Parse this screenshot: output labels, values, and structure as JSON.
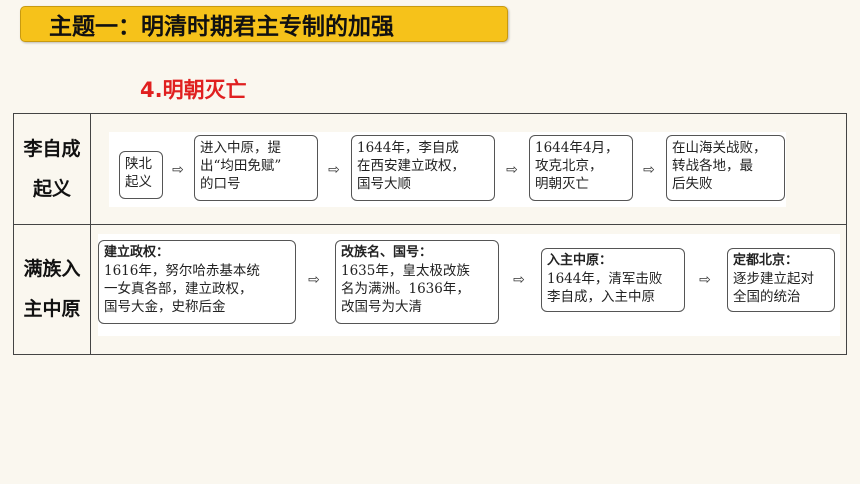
{
  "header": {
    "title": "主题一：明清时期君主专制的加强"
  },
  "section": {
    "title": "4.明朝灭亡"
  },
  "arrow_glyph": "⇨",
  "rows": [
    {
      "label_lines": [
        "李自成",
        "起义"
      ],
      "boxes": [
        {
          "lines": [
            "陕北",
            "起义"
          ]
        },
        {
          "lines": [
            "进入中原，提",
            "出“均田免赋”",
            "的口号"
          ]
        },
        {
          "lines": [
            "1644年，李自成",
            "在西安建立政权，",
            "国号大顺"
          ]
        },
        {
          "lines": [
            "1644年4月，",
            "攻克北京，",
            "明朝灭亡"
          ]
        },
        {
          "lines": [
            "在山海关战败，",
            "转战各地，最",
            "后失败"
          ]
        }
      ]
    },
    {
      "label_lines": [
        "满族入",
        "主中原"
      ],
      "boxes": [
        {
          "heading": "建立政权：",
          "lines": [
            "1616年，努尔哈赤基本统",
            "一女真各部，建立政权，",
            "国号大金，史称后金"
          ]
        },
        {
          "heading": "改族名、国号：",
          "lines": [
            "1635年，皇太极改族",
            "名为满洲。1636年，",
            "改国号为大清"
          ]
        },
        {
          "heading": "入主中原：",
          "lines": [
            "1644年，清军击败",
            "李自成，入主中原"
          ]
        },
        {
          "heading": "定都北京：",
          "lines": [
            "逐步建立起对",
            "全国的统治"
          ]
        }
      ]
    }
  ]
}
